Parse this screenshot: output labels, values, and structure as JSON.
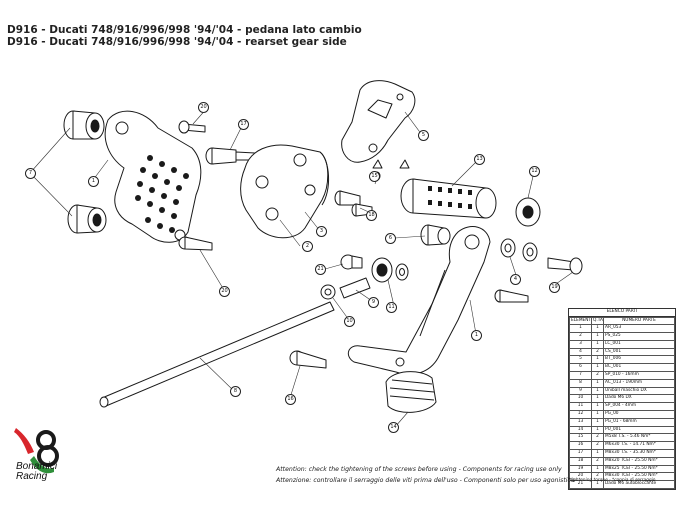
{
  "titles": {
    "line1": "D916 - Ducati 748/916/996/998 '94/'04 - pedana lato cambio",
    "line2": "D916 - Ducati 748/916/996/998 '94/'04 - rearset gear side"
  },
  "callouts": [
    "20",
    "17",
    "5",
    "13",
    "12",
    "7",
    "1",
    "18",
    "15",
    "2",
    "3",
    "6",
    "4",
    "11",
    "19",
    "10",
    "9",
    "21",
    "8",
    "16",
    "14",
    "21",
    "20",
    "1"
  ],
  "parts_table": {
    "caption": "ELENCO PARTI",
    "headers": [
      "ELEMENTO",
      "Q.TÀ",
      "NUMERO PARTE"
    ],
    "rows": [
      [
        "1",
        "1",
        "AR_053"
      ],
      [
        "2",
        "1",
        "PS_025"
      ],
      [
        "3",
        "1",
        "LC_001"
      ],
      [
        "4",
        "2",
        "CS_001"
      ],
      [
        "5",
        "1",
        "BT_006"
      ],
      [
        "6",
        "1",
        "BC_001"
      ],
      [
        "7",
        "2",
        "SP_010 - 16mm"
      ],
      [
        "8",
        "1",
        "AC_013 - 190mm"
      ],
      [
        "9",
        "1",
        "Uniball maschio DX"
      ],
      [
        "10",
        "1",
        "Dado M6 DX"
      ],
      [
        "11",
        "1",
        "SP_004 - 4mm"
      ],
      [
        "12",
        "1",
        "PG_00"
      ],
      [
        "13",
        "1",
        "PG_01 - 68mm"
      ],
      [
        "14",
        "1",
        "PU_001"
      ],
      [
        "15",
        "2",
        "M5x8 T.S. - 5.46 Nm*"
      ],
      [
        "16",
        "2",
        "M6x30 T.S. - 14.71 Nm*"
      ],
      [
        "17",
        "1",
        "M8x30 T.S. - 35.30 Nm*"
      ],
      [
        "18",
        "2",
        "M8x20 TCEI - 25.50 Nm*"
      ],
      [
        "19",
        "1",
        "M8x25 TCEI - 25.50 Nm*"
      ],
      [
        "20",
        "2",
        "M8x30 TCEI - 25.50 Nm*"
      ],
      [
        "21",
        "1",
        "Dado M6 autobloccante"
      ]
    ],
    "footnote": "*tightening torque - *coppia di serraggio"
  },
  "attention": {
    "en": "Attention: check the tightening of the screws before using - Components for racing use only",
    "it": "Attenzione: controllare il serraggio delle viti prima dell'uso - Componenti solo per uso agonistico"
  },
  "logo": {
    "line1": "Bonamici",
    "line2": "Racing",
    "colors": {
      "red": "#d8262c",
      "green": "#2f8f3a",
      "dark": "#1a1a1a"
    }
  }
}
